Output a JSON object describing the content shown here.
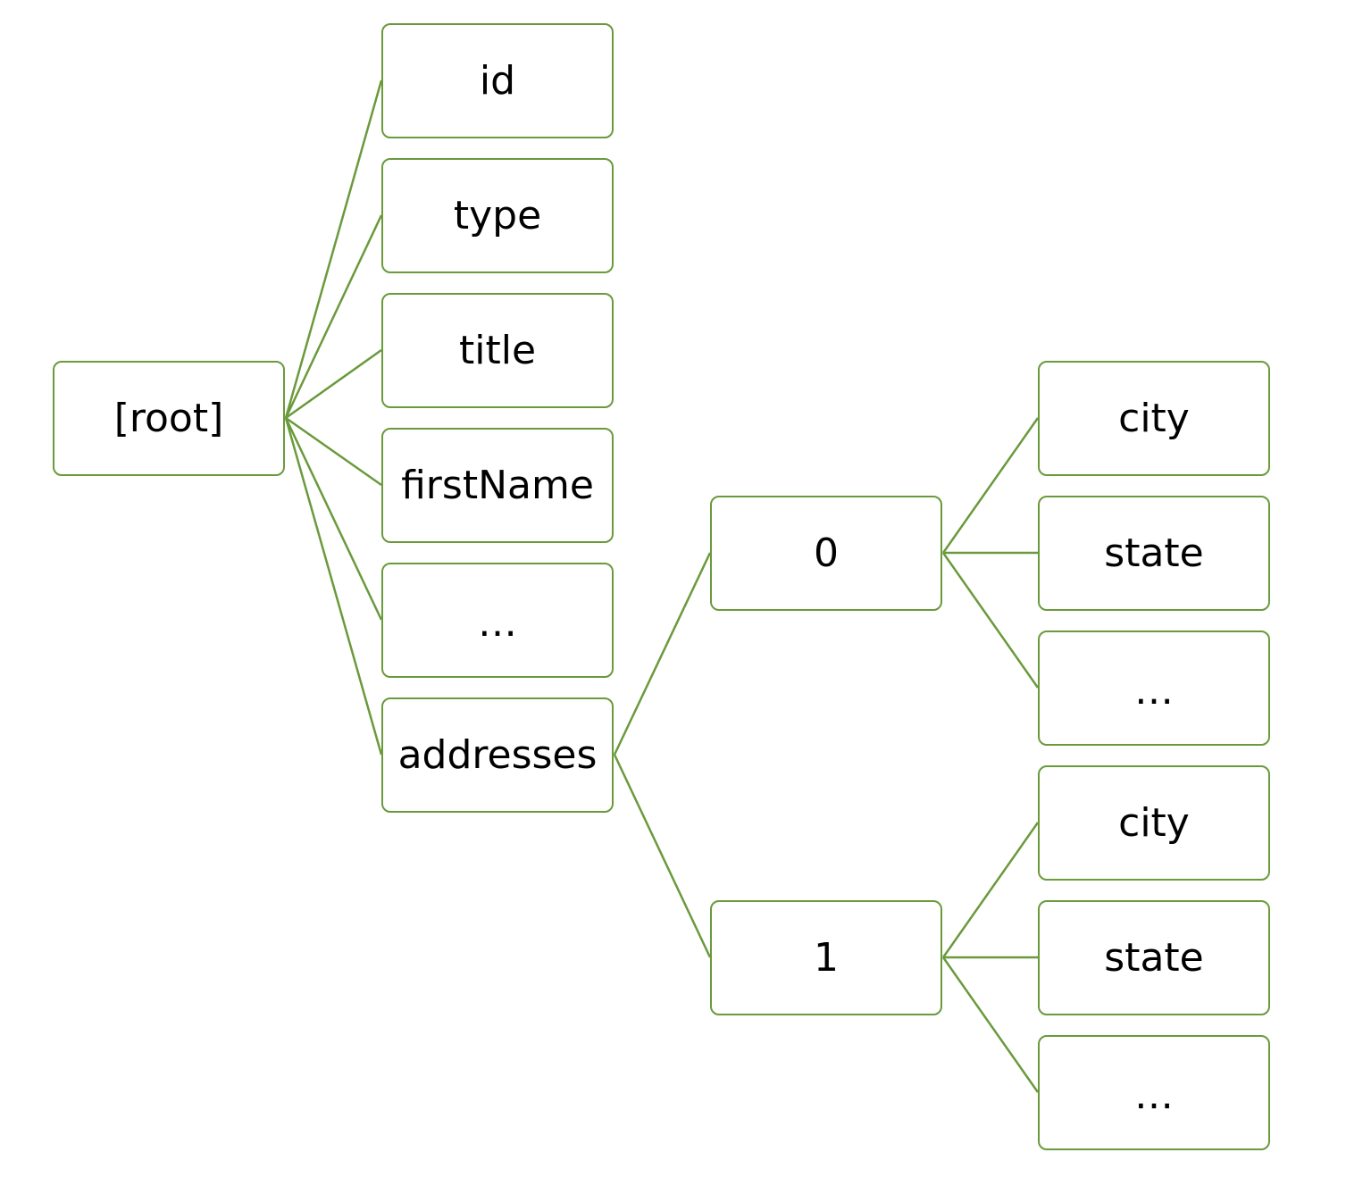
{
  "diagram": {
    "line_color": "#6a9a3c",
    "box_border_color": "#6a9a3c",
    "text_color": "#000000",
    "root": {
      "label": "[root]"
    },
    "root_children": [
      {
        "label": "id"
      },
      {
        "label": "type"
      },
      {
        "label": "title"
      },
      {
        "label": "firstName"
      },
      {
        "label": "…"
      },
      {
        "label": "addresses"
      }
    ],
    "addresses_children": [
      {
        "label": "0",
        "children": [
          {
            "label": "city"
          },
          {
            "label": "state"
          },
          {
            "label": "…"
          }
        ]
      },
      {
        "label": "1",
        "children": [
          {
            "label": "city"
          },
          {
            "label": "state"
          },
          {
            "label": "…"
          }
        ]
      }
    ]
  }
}
